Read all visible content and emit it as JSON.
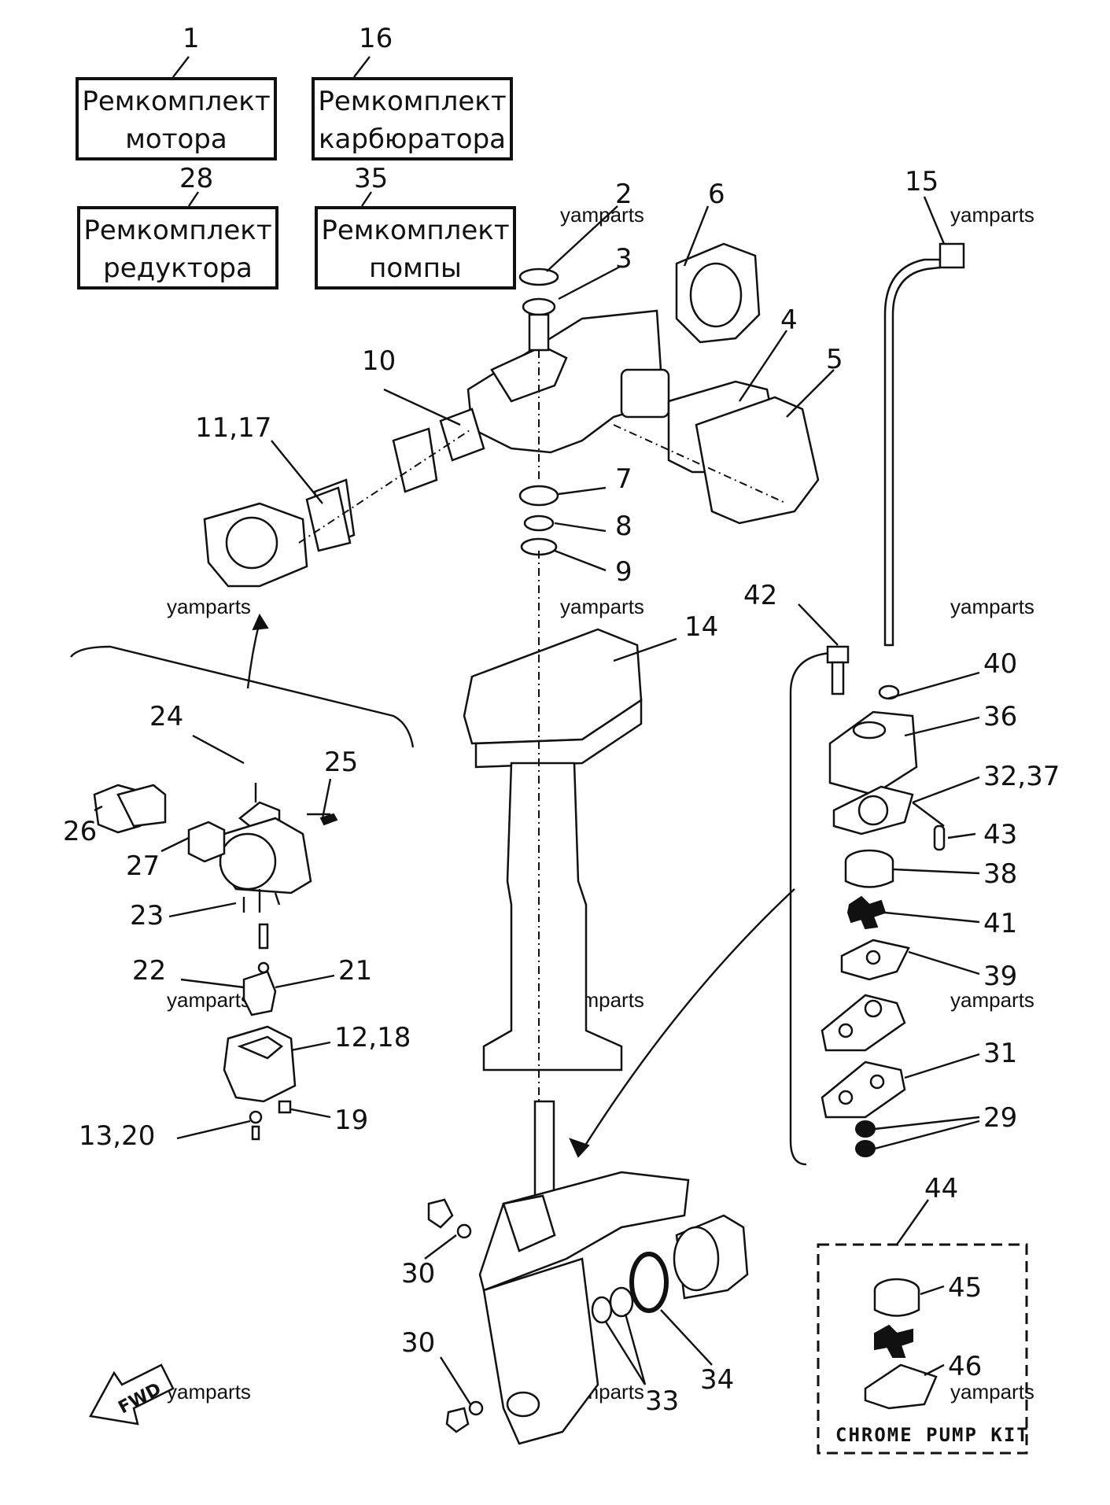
{
  "kits": [
    {
      "number": "1",
      "line1": "Ремкомплект",
      "line2": "мотора"
    },
    {
      "number": "16",
      "line1": "Ремкомплект",
      "line2": "карбюратора"
    },
    {
      "number": "28",
      "line1": "Ремкомплект",
      "line2": "редуктора"
    },
    {
      "number": "35",
      "line1": "Ремкомплект",
      "line2": "помпы"
    }
  ],
  "callouts": {
    "c2": "2",
    "c3": "3",
    "c4": "4",
    "c5": "5",
    "c6": "6",
    "c7": "7",
    "c8": "8",
    "c9": "9",
    "c10": "10",
    "c11_17": "11,17",
    "c12_18": "12,18",
    "c13_20": "13,20",
    "c14": "14",
    "c15": "15",
    "c19": "19",
    "c21": "21",
    "c22": "22",
    "c23": "23",
    "c24": "24",
    "c25": "25",
    "c26": "26",
    "c27": "27",
    "c29": "29",
    "c30a": "30",
    "c30b": "30",
    "c31": "31",
    "c32_37": "32,37",
    "c33": "33",
    "c34": "34",
    "c36": "36",
    "c38": "38",
    "c39": "39",
    "c40": "40",
    "c41": "41",
    "c42": "42",
    "c43": "43",
    "c44": "44",
    "c45": "45",
    "c46": "46"
  },
  "watermark": "yamparts",
  "chrome_kit_label": "CHROME PUMP KIT",
  "fwd_label": "FWD"
}
